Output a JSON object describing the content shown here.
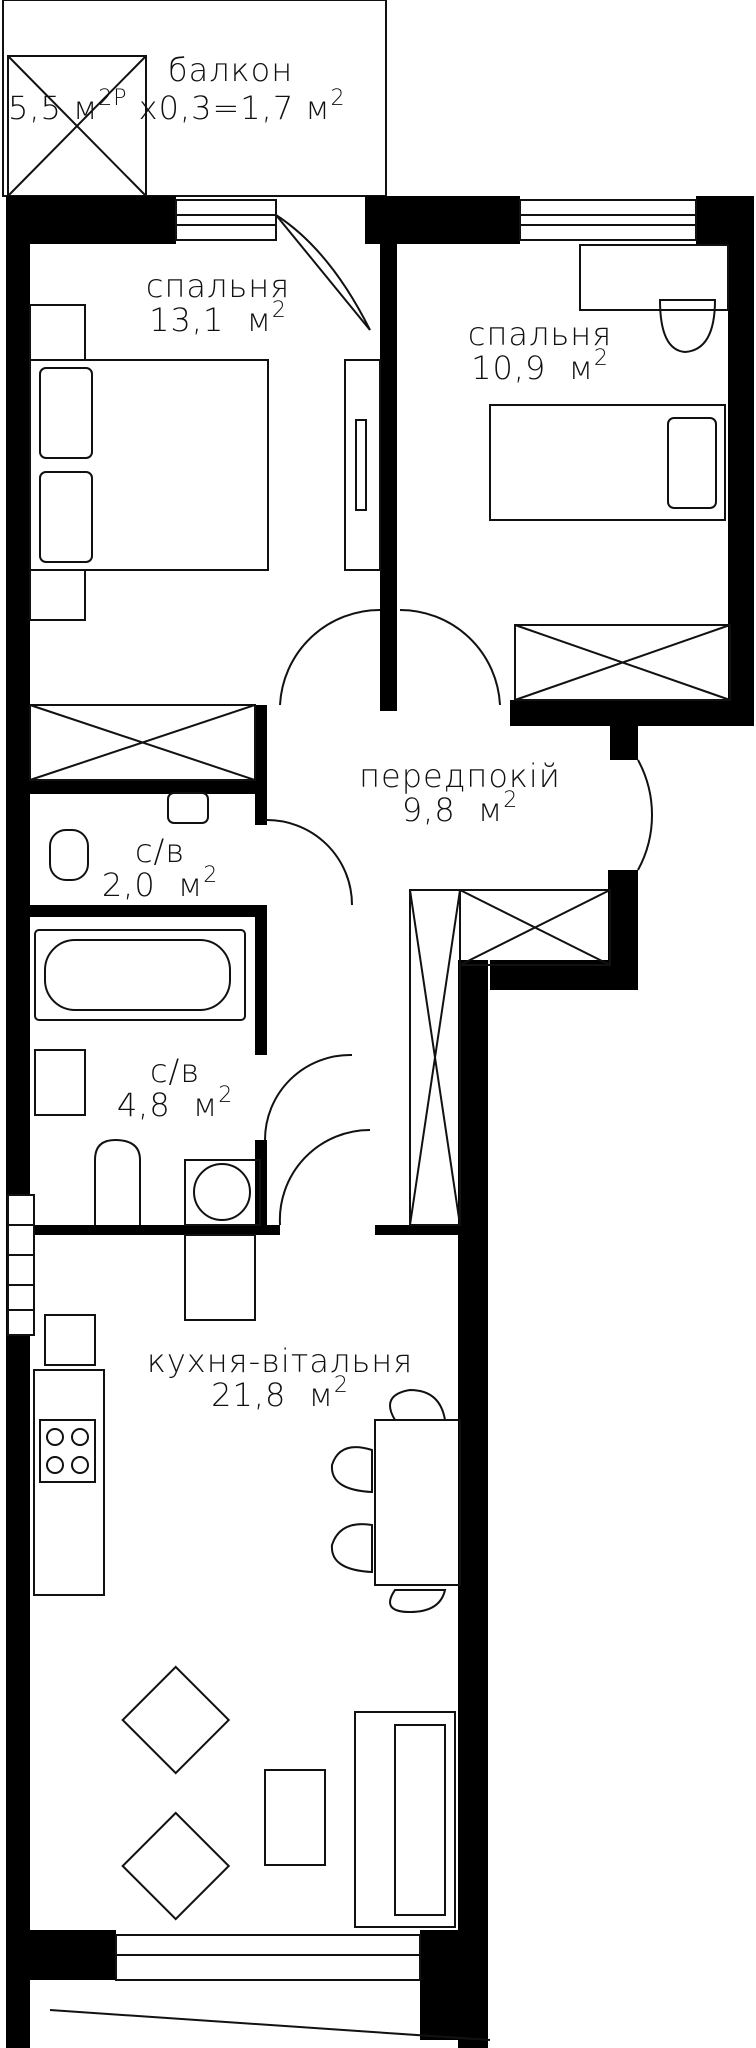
{
  "plan": {
    "balcony": {
      "name": "балкон",
      "area": "5,5",
      "unit": "м",
      "exp": "2Р",
      "coef": "х0,3=1,7",
      "unit2": "м",
      "exp2": "2"
    },
    "rooms": [
      {
        "id": "bedroom-1",
        "name": "спальня",
        "area": "13,1",
        "unit": "м",
        "exp": "2"
      },
      {
        "id": "bedroom-2",
        "name": "спальня",
        "area": "10,9",
        "unit": "м",
        "exp": "2"
      },
      {
        "id": "hallway",
        "name": "передпокій",
        "area": "9,8",
        "unit": "м",
        "exp": "2"
      },
      {
        "id": "wc",
        "name": "с/в",
        "area": "2,0",
        "unit": "м",
        "exp": "2"
      },
      {
        "id": "bathroom",
        "name": "с/в",
        "area": "4,8",
        "unit": "м",
        "exp": "2"
      },
      {
        "id": "kitchen-living",
        "name": "кухня-вітальня",
        "area": "21,8",
        "unit": "м",
        "exp": "2"
      }
    ]
  }
}
